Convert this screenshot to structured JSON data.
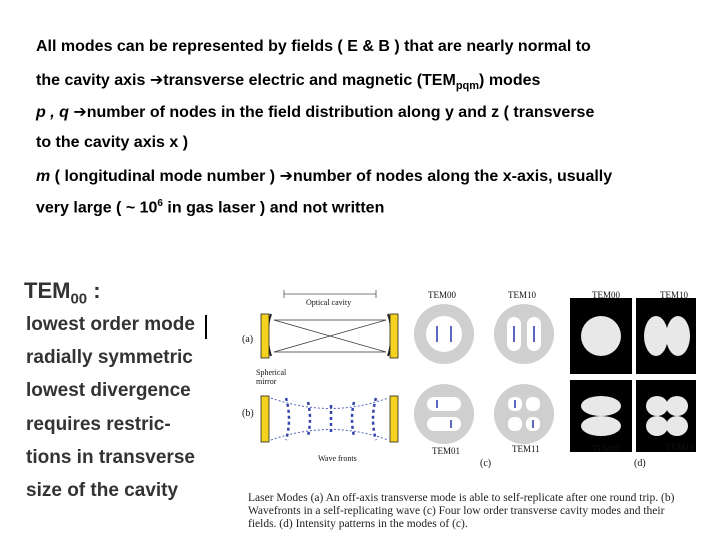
{
  "intro": {
    "line1": "All modes can be represented by fields ( E & B ) that are nearly normal to",
    "line2_pre": "the cavity axis ",
    "line2_post": "transverse electric and magnetic (TEM",
    "line2_sub": "pqm",
    "line2_end": ") modes",
    "line3_it": "p , q ",
    "line3_post": "number of nodes in the field distribution along y and z ( transverse",
    "line4": "to the cavity axis x )",
    "line5_it": "m",
    "line5_post1": " ( longitudinal mode number ) ",
    "line5_post2": "number of nodes along the x-axis, usually",
    "line6_pre": "very large ( ~ 10",
    "line6_sup": "6",
    "line6_post": " in gas laser ) and not written",
    "arrow_glyph": "➔"
  },
  "side": {
    "title_main": "TEM",
    "title_sub": "00",
    "title_tail": " :",
    "items": [
      "lowest order mode",
      "radially symmetric",
      "lowest divergence",
      "requires restric-",
      "tions in transverse",
      "size of the cavity"
    ]
  },
  "figure": {
    "label_a": "(a)",
    "label_b": "(b)",
    "label_c": "(c)",
    "label_d": "(d)",
    "optical_cavity": "Optical cavity",
    "spherical_mirror": "Spherical mirror",
    "wave_fronts": "Wave fronts",
    "c_top_left": "TEM00",
    "c_top_right": "TEM10",
    "c_bot_left": "TEM01",
    "c_bot_right": "TEM11",
    "d_top_left": "TEM00",
    "d_top_right": "TEM10",
    "d_bot_left": "TEM01",
    "d_bot_right": "TEM11",
    "caption": "Laser Modes (a) An off-axis transverse mode is able to self-replicate after one round trip. (b) Wavefronts in a self-replicating wave (c) Four low order transverse cavity modes and their fields. (d) Intensity patterns in the modes of (c)."
  }
}
